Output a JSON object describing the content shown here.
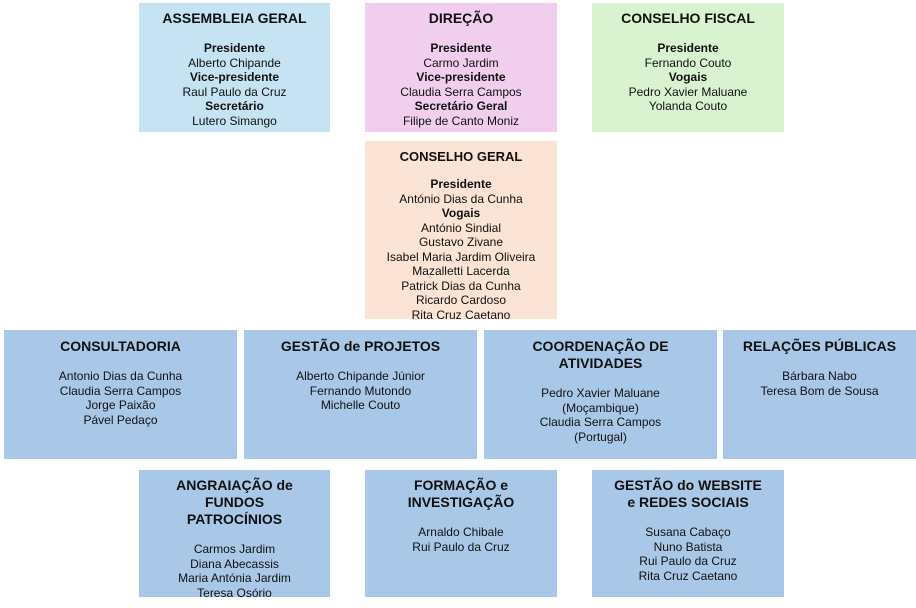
{
  "colors": {
    "assembleia": "#c5e3f3",
    "direcao": "#f1cdee",
    "fiscal": "#d9f2d0",
    "geral": "#fbe3d5",
    "dept": "#a9c8e8"
  },
  "boxes": [
    {
      "key": "assembleia-geral",
      "color": "#c5e3f3",
      "title": [
        "ASSEMBLEIA GERAL"
      ],
      "lines": [
        {
          "t": "Presidente",
          "b": true
        },
        {
          "t": "Alberto Chipande"
        },
        {
          "t": "Vice-presidente",
          "b": true
        },
        {
          "t": "Raul Paulo da Cruz"
        },
        {
          "t": "Secretário",
          "b": true
        },
        {
          "t": "Lutero Simango"
        }
      ]
    },
    {
      "key": "direcao",
      "color": "#f1cdee",
      "title": [
        "DIREÇÃO"
      ],
      "lines": [
        {
          "t": "Presidente",
          "b": true
        },
        {
          "t": "Carmo Jardim"
        },
        {
          "t": "Vice-presidente",
          "b": true
        },
        {
          "t": "Claudia Serra Campos"
        },
        {
          "t": "Secretário Geral",
          "b": true
        },
        {
          "t": "Filipe de Canto Moniz"
        }
      ]
    },
    {
      "key": "conselho-fiscal",
      "color": "#d9f2d0",
      "title": [
        "CONSELHO FISCAL"
      ],
      "lines": [
        {
          "t": "Presidente",
          "b": true
        },
        {
          "t": "Fernando Couto"
        },
        {
          "t": "Vogais",
          "b": true
        },
        {
          "t": "Pedro Xavier Maluane"
        },
        {
          "t": "Yolanda Couto"
        }
      ]
    },
    {
      "key": "conselho-geral",
      "color": "#fbe3d5",
      "title": [
        "CONSELHO GERAL"
      ],
      "lines": [
        {
          "t": "Presidente",
          "b": true
        },
        {
          "t": "António Dias da Cunha"
        },
        {
          "t": "Vogais",
          "b": true
        },
        {
          "t": "António Sindial"
        },
        {
          "t": "Gustavo Zivane"
        },
        {
          "t": "Isabel Maria Jardim Oliveira"
        },
        {
          "t": "Mazalletti Lacerda"
        },
        {
          "t": "Patrick Dias da Cunha"
        },
        {
          "t": "Ricardo Cardoso"
        },
        {
          "t": "Rita Cruz Caetano"
        }
      ]
    },
    {
      "key": "consultadoria",
      "color": "#a9c8e8",
      "title": [
        "CONSULTADORIA"
      ],
      "lines": [
        {
          "t": "Antonio Dias da Cunha"
        },
        {
          "t": "Claudia Serra Campos"
        },
        {
          "t": "Jorge Paixão"
        },
        {
          "t": "Pável Pedaço"
        }
      ]
    },
    {
      "key": "gestao-projetos",
      "color": "#a9c8e8",
      "title": [
        "GESTÃO de PROJETOS"
      ],
      "lines": [
        {
          "t": "Alberto Chipande Júnior"
        },
        {
          "t": "Fernando Mutondo"
        },
        {
          "t": "Michelle Couto"
        }
      ]
    },
    {
      "key": "coordenacao-atividades",
      "color": "#a9c8e8",
      "title": [
        "COORDENAÇÃO DE",
        "ATIVIDADES"
      ],
      "lines": [
        {
          "t": "Pedro Xavier Maluane"
        },
        {
          "t": "(Moçambique)"
        },
        {
          "t": "Claudia Serra Campos"
        },
        {
          "t": "(Portugal)"
        }
      ]
    },
    {
      "key": "relacoes-publicas",
      "color": "#a9c8e8",
      "title": [
        "RELAÇÕES PÚBLICAS"
      ],
      "lines": [
        {
          "t": "Bárbara Nabo"
        },
        {
          "t": "Teresa Bom de Sousa"
        }
      ]
    },
    {
      "key": "angariacao-fundos",
      "color": "#a9c8e8",
      "title": [
        "ANGRAIAÇÃO de",
        "FUNDOS",
        "PATROCÍNIOS"
      ],
      "lines": [
        {
          "t": "Carmos Jardim"
        },
        {
          "t": "Diana Abecassis"
        },
        {
          "t": "Maria Antónia Jardim"
        },
        {
          "t": "Teresa Osório"
        }
      ]
    },
    {
      "key": "formacao-investigacao",
      "color": "#a9c8e8",
      "title": [
        "FORMAÇÃO e",
        "INVESTIGAÇÃO"
      ],
      "lines": [
        {
          "t": "Arnaldo Chibale"
        },
        {
          "t": "Rui Paulo da Cruz"
        }
      ]
    },
    {
      "key": "gestao-website",
      "color": "#a9c8e8",
      "title": [
        "GESTÃO do WEBSITE",
        "e REDES SOCIAIS"
      ],
      "lines": [
        {
          "t": "Susana Cabaço"
        },
        {
          "t": "Nuno Batista"
        },
        {
          "t": "Rui Paulo da Cruz"
        },
        {
          "t": "Rita Cruz Caetano"
        }
      ]
    }
  ]
}
